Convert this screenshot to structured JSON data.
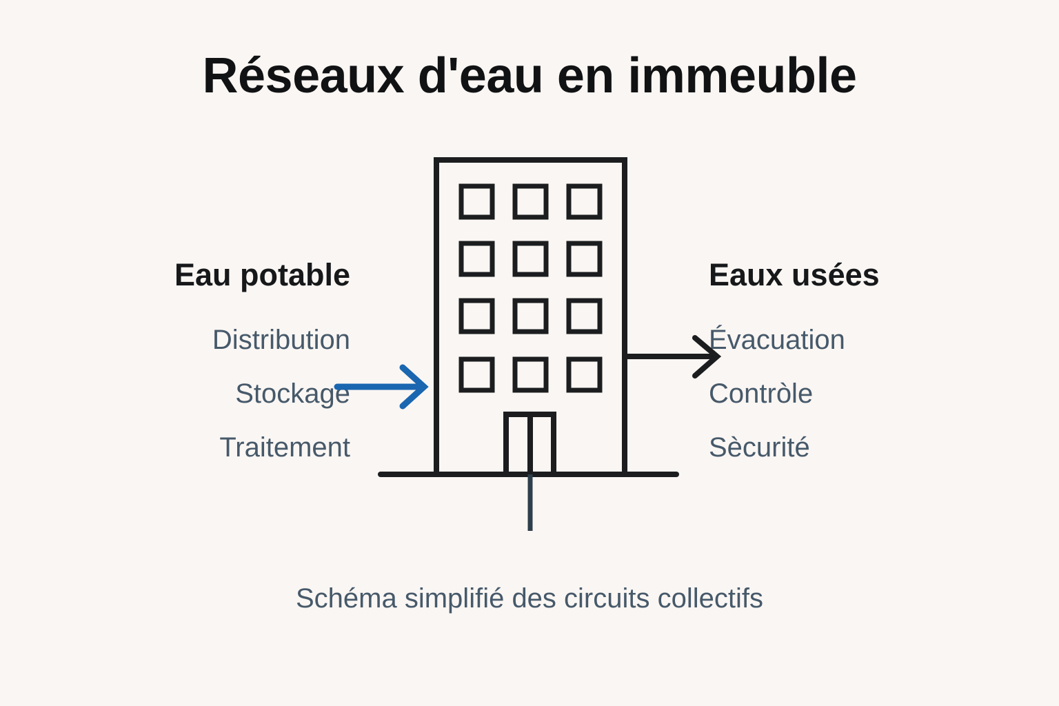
{
  "page": {
    "title": "Réseaux d'eau en immeuble",
    "caption": "Schéma simplifié des circuits collectifs",
    "background_color": "#faf6f3"
  },
  "colors": {
    "title_text": "#111214",
    "heading_text": "#16181a",
    "item_text": "#46596a",
    "caption_text": "#46596a",
    "building_stroke": "#1b1d1f",
    "inlet_arrow": "#1a66b0",
    "outlet_arrow": "#1b1d1f",
    "drain_pipe": "#2c3f4a"
  },
  "left_column": {
    "heading": "Eau potable",
    "items": [
      {
        "label": "Distribution"
      },
      {
        "label": "Stockage"
      },
      {
        "label": "Traitement"
      }
    ]
  },
  "right_column": {
    "heading": "Eaux usées",
    "items": [
      {
        "label": "Évacuation"
      },
      {
        "label": "Contròle"
      },
      {
        "label": "Sècurité"
      }
    ]
  },
  "diagram": {
    "building": {
      "name": "immeuble",
      "window_rows": 4,
      "window_columns": 3,
      "window_count": 12,
      "has_door": true,
      "has_ground_line": true
    },
    "inlet_arrow": {
      "name": "eau-potable-inlet",
      "direction": "right",
      "color": "#1a66b0"
    },
    "outlet_arrow": {
      "name": "eaux-usees-outlet",
      "direction": "right",
      "color": "#1b1d1f"
    },
    "drain_pipe": {
      "name": "descente-evacuation",
      "orientation": "vertical",
      "color": "#2c3f4a"
    }
  }
}
